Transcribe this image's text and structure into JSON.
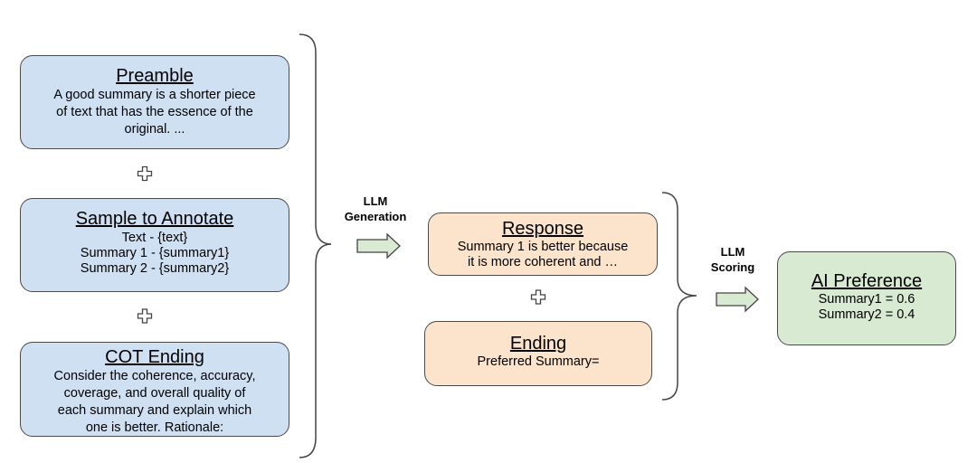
{
  "preamble": {
    "title": "Preamble",
    "body": "A good summary is a shorter piece\nof text that has the essence of the\noriginal. ..."
  },
  "sample": {
    "title": "Sample to Annotate",
    "body": "Text - {text}\nSummary 1 - {summary1}\nSummary 2 - {summary2}"
  },
  "cot": {
    "title": "COT Ending",
    "body": "Consider the coherence, accuracy,\ncoverage, and overall quality of\neach summary and explain which\none is better. Rationale:"
  },
  "generation_label": "LLM\nGeneration",
  "response": {
    "title": "Response",
    "body": "Summary 1 is better because\nit is more coherent and …"
  },
  "ending": {
    "title": "Ending",
    "body": "Preferred Summary="
  },
  "scoring_label": "LLM\nScoring",
  "ai_preference": {
    "title": "AI Preference",
    "body": "Summary1 = 0.6\nSummary2 = 0.4"
  },
  "colors": {
    "blue_fill": "#cfe0f3",
    "orange_fill": "#fbe3cc",
    "green_fill": "#d8ead2",
    "arrow_fill": "#d8ead2",
    "stroke": "#4a4a4a"
  },
  "icons": [
    "plus-icon",
    "brace-icon",
    "arrow-right-icon"
  ]
}
